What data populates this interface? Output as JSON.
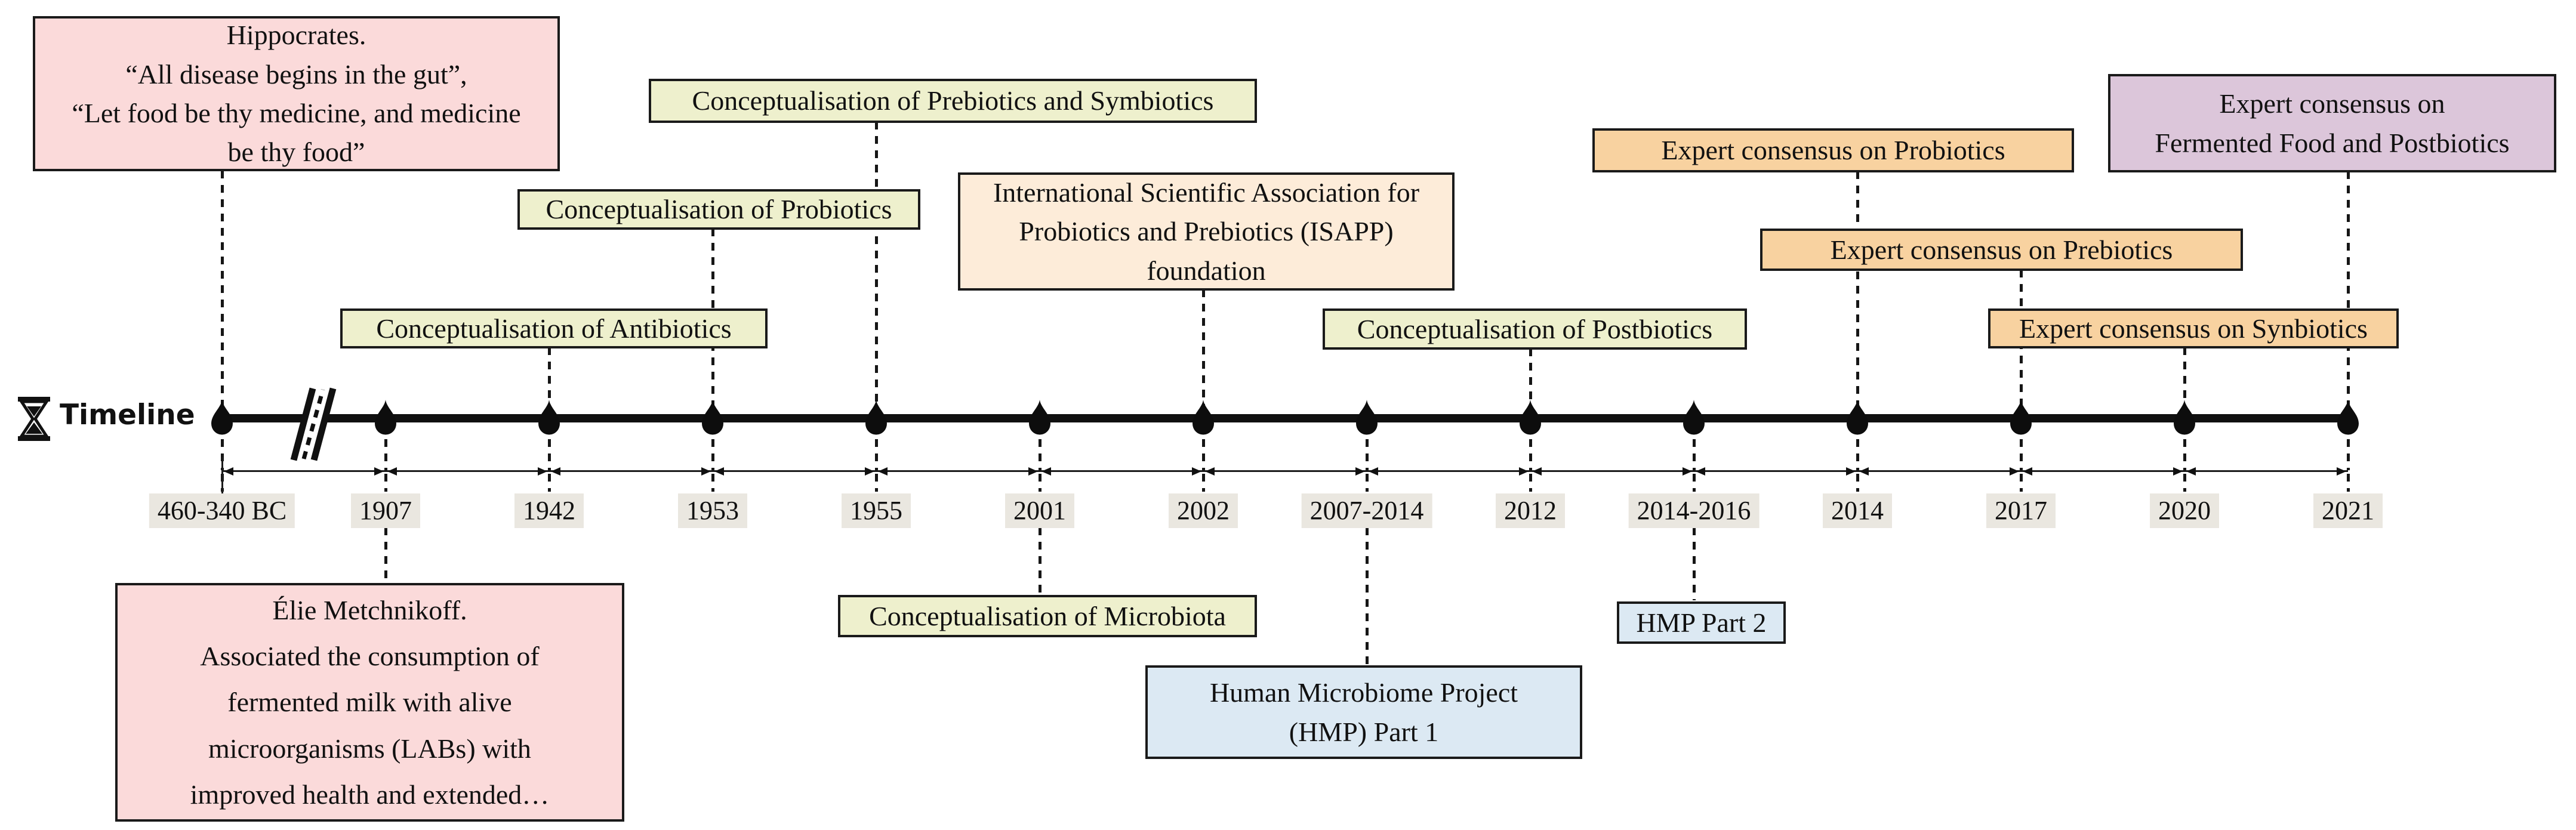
{
  "diagram_title": "Timeline",
  "colors": {
    "pink": "#fbdada",
    "green": "#eef0cd",
    "peach": "#fdecd9",
    "orange": "#f8d2a0",
    "purple": "#dcc6da",
    "blue": "#dce9f3",
    "date_highlight": "#eae7e0",
    "line": "#111111"
  },
  "timeline": {
    "label": "Timeline",
    "icon": "hourglass-icon",
    "dates": [
      "460-340 BC",
      "1907",
      "1942",
      "1953",
      "1955",
      "2001",
      "2002",
      "2007-2014",
      "2012",
      "2014-2016",
      "2014",
      "2017",
      "2020",
      "2021"
    ]
  },
  "events": {
    "hippocrates": {
      "date": "460-340 BC",
      "text": "Hippocrates.\n“All disease begins in the gut”,\n“Let food be thy medicine, and medicine\nbe thy food”"
    },
    "metchnikoff": {
      "date": "1907",
      "text": "Élie Metchnikoff.\nAssociated the consumption of\nfermented milk with alive\nmicroorganisms (LABs) with\nimproved health and extended…"
    },
    "antibiotics": {
      "date": "1942",
      "text": "Conceptualisation of Antibiotics"
    },
    "probiotics": {
      "date": "1953",
      "text": "Conceptualisation of Probiotics"
    },
    "prebiotics_symbiotics": {
      "date": "1955",
      "text": "Conceptualisation of Prebiotics and Symbiotics"
    },
    "microbiota": {
      "date": "2001",
      "text": "Conceptualisation of Microbiota"
    },
    "isapp": {
      "date": "2002",
      "text": "International Scientific Association for\nProbiotics and Prebiotics (ISAPP)\nfoundation"
    },
    "hmp1": {
      "date": "2007-2014",
      "text": "Human Microbiome Project\n(HMP) Part 1"
    },
    "postbiotics": {
      "date": "2012",
      "text": "Conceptualisation of Postbiotics"
    },
    "hmp2": {
      "date": "2014-2016",
      "text": "HMP  Part 2"
    },
    "expert_probiotics": {
      "date": "2014",
      "text": "Expert consensus on Probiotics"
    },
    "expert_prebiotics": {
      "date": "2017",
      "text": "Expert consensus on Prebiotics"
    },
    "expert_synbiotics": {
      "date": "2020",
      "text": "Expert consensus on Synbiotics"
    },
    "expert_fermented_postbiotics": {
      "date": "2021",
      "text": "Expert consensus on\nFermented Food and Postbiotics"
    }
  }
}
